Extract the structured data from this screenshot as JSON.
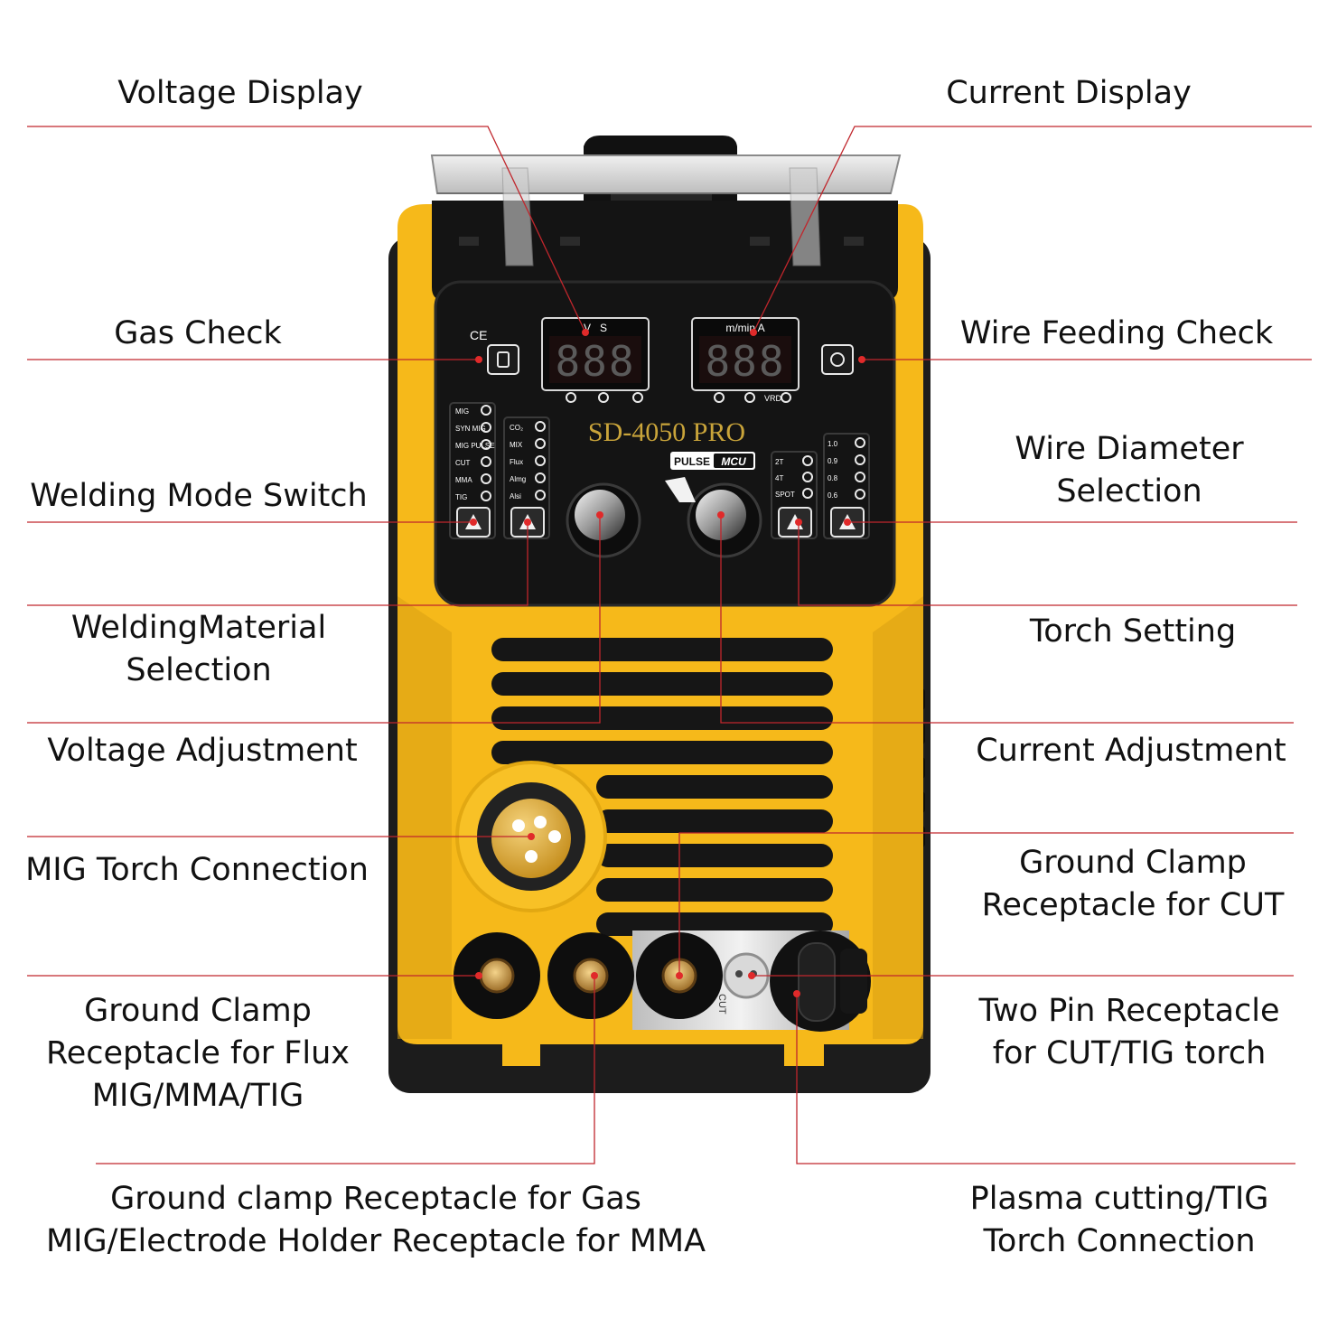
{
  "labels": {
    "voltage_display": [
      "Voltage Display"
    ],
    "current_display": [
      "Current Display"
    ],
    "gas_check": [
      "Gas Check"
    ],
    "wire_feeding_check": [
      "Wire Feeding Check"
    ],
    "welding_mode_switch": [
      "Welding Mode Switch"
    ],
    "wire_diameter_selection": [
      "Wire Diameter",
      "Selection"
    ],
    "welding_material_selection": [
      "WeldingMaterial",
      "Selection"
    ],
    "torch_setting": [
      "Torch Setting"
    ],
    "voltage_adjustment": [
      "Voltage Adjustment"
    ],
    "current_adjustment": [
      "Current Adjustment"
    ],
    "mig_torch_connection": [
      "MIG Torch Connection"
    ],
    "ground_clamp_cut": [
      "Ground Clamp",
      "Receptacle for CUT"
    ],
    "ground_clamp_flux": [
      "Ground Clamp",
      "Receptacle for Flux",
      "MIG/MMA/TIG"
    ],
    "two_pin_receptacle": [
      "Two Pin Receptacle",
      "for CUT/TIG torch"
    ],
    "ground_clamp_gas": [
      "Ground clamp Receptacle for Gas",
      "MIG/Electrode Holder Receptacle for MMA"
    ],
    "plasma_cutting_tig": [
      "Plasma cutting/TIG",
      "Torch Connection"
    ]
  },
  "machine": {
    "model": "SD-4050 PRO",
    "badge_left": "PULSE",
    "badge_right": "MCU",
    "display_left_units": "V   S",
    "display_right_units": "m/min A",
    "display_left_value": "888",
    "display_right_value": "888",
    "vrd_label": "VRD",
    "ce_mark": "CE",
    "mode_list": [
      "MIG",
      "SYN MIG",
      "MIG PULSE",
      "CUT",
      "MMA",
      "TIG"
    ],
    "material_list": [
      "CO₂",
      "MIX",
      "Flux",
      "Almg",
      "Alsi"
    ],
    "torch_list": [
      "2T",
      "4T",
      "SPOT"
    ],
    "wire_list": [
      "1.0",
      "0.9",
      "0.8",
      "0.6"
    ],
    "cut_label": "CUT"
  },
  "colors": {
    "body_yellow": "#f6b91a",
    "panel_black": "#141414",
    "leader_red": "#c0262c",
    "display_red": "#e23b3b"
  }
}
